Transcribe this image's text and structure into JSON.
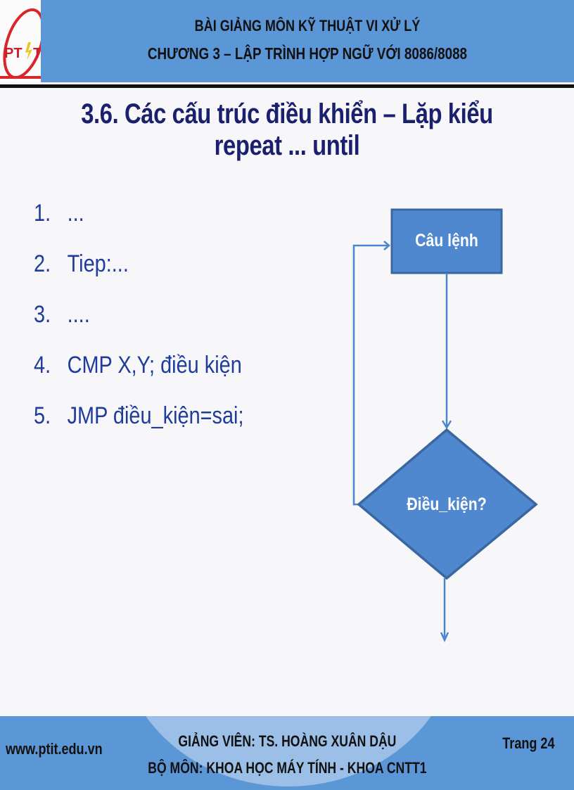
{
  "header": {
    "logo_text": "PTIT",
    "line1": "BÀI GIẢNG MÔN KỸ THUẬT VI XỬ LÝ",
    "line2": "CHƯƠNG 3 – LẬP TRÌNH HỢP NGỮ VỚI 8086/8088",
    "background_color": "#5b96d6"
  },
  "slide": {
    "title": "3.6. Các cấu trúc điều khiển – Lặp kiểu repeat ... until",
    "title_color": "#1a1f6e",
    "list": [
      {
        "num": "1.",
        "text": "..."
      },
      {
        "num": "2.",
        "text": "Tiep:..."
      },
      {
        "num": "3.",
        "text": "...."
      },
      {
        "num": "4.",
        "text": "CMP X,Y; điều kiện"
      },
      {
        "num": "5.",
        "text": "JMP điều_kiện=sai;"
      }
    ],
    "list_color": "#1f3c9c"
  },
  "flowchart": {
    "process_label": "Câu lệnh",
    "decision_label": "Điều_kiện?",
    "shape_fill": "#4f88cf",
    "shape_border": "#3a679f",
    "connector_color": "#4a86cf"
  },
  "footer": {
    "url": "www.ptit.edu.vn",
    "line1": "GIẢNG VIÊN: TS. HOÀNG XUÂN DẬU",
    "line2": "BỘ MÔN: KHOA HỌC MÁY TÍNH - KHOA CNTT1",
    "page": "Trang 24"
  }
}
